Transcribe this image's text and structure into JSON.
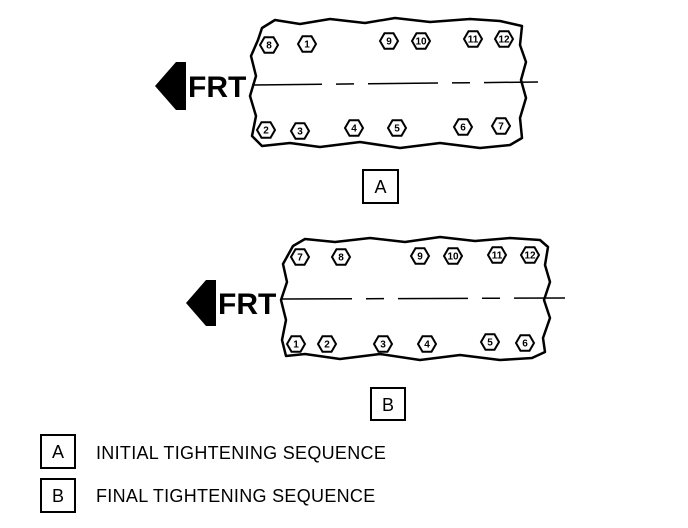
{
  "diagrams": [
    {
      "id": "A",
      "direction_label": "FRT",
      "box_label": "A",
      "top_row": [
        "8",
        "1",
        "9",
        "10",
        "11",
        "12"
      ],
      "bottom_row": [
        "2",
        "3",
        "4",
        "5",
        "6",
        "7"
      ]
    },
    {
      "id": "B",
      "direction_label": "FRT",
      "box_label": "B",
      "top_row": [
        "7",
        "8",
        "9",
        "10",
        "11",
        "12"
      ],
      "bottom_row": [
        "1",
        "2",
        "3",
        "4",
        "5",
        "6"
      ]
    }
  ],
  "legend": [
    {
      "key": "A",
      "text": "INITIAL TIGHTENING SEQUENCE"
    },
    {
      "key": "B",
      "text": "FINAL TIGHTENING SEQUENCE"
    }
  ]
}
